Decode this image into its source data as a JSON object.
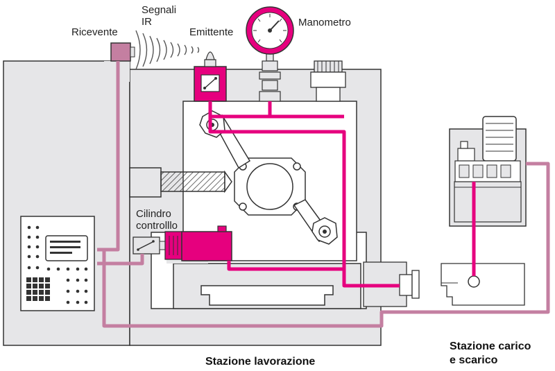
{
  "labels": {
    "ricevente": "Ricevente",
    "segnali_ir_1": "Segnali",
    "segnali_ir_2": "IR",
    "emittente": "Emittente",
    "manometro": "Manometro",
    "cilindro_1": "Cilindro",
    "cilindro_2": "controlllo",
    "stazione_lavorazione": "Stazione lavorazione",
    "stazione_carico_1": "Stazione carico",
    "stazione_carico_2": "e scarico"
  },
  "colors": {
    "magenta": "#e6007e",
    "mauve": "#c47fa1",
    "grey_fill": "#e6e6e8",
    "outline": "#333333"
  }
}
